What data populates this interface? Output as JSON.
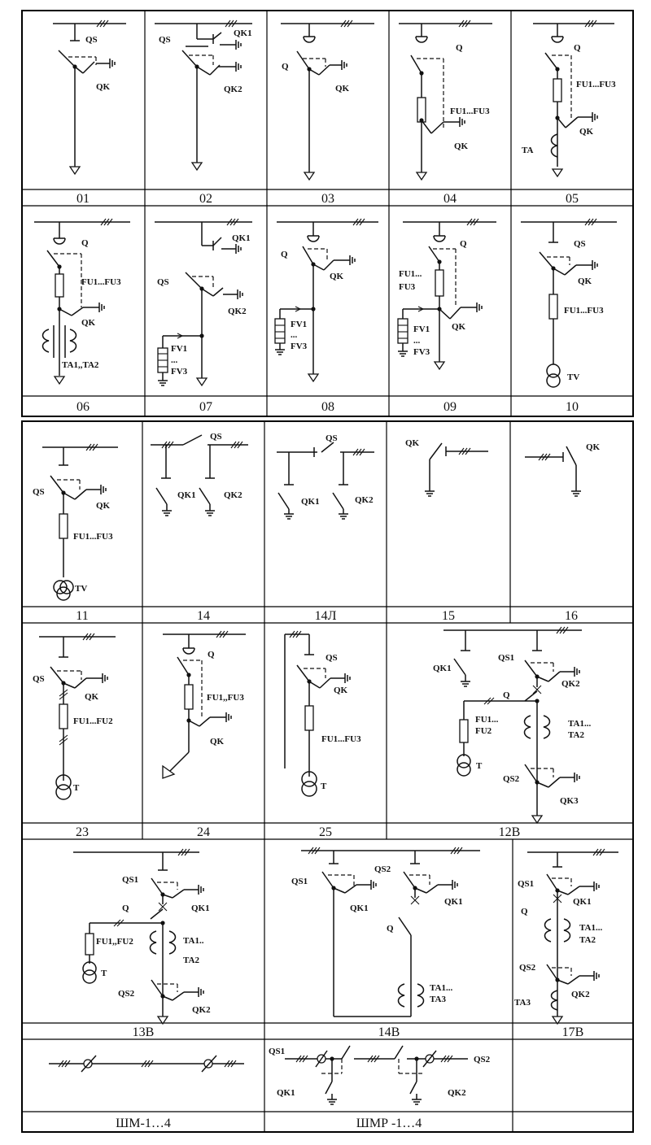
{
  "blocks": {
    "b1": {
      "rows": [
        {
          "codes": [
            "01",
            "02",
            "03",
            "04",
            "05"
          ]
        },
        {
          "codes": [
            "06",
            "07",
            "08",
            "09",
            "10"
          ]
        }
      ]
    },
    "b2": {
      "rows": [
        {
          "codes": [
            "11",
            "14",
            "14Л",
            "15",
            "16"
          ]
        },
        {
          "codes": [
            "23",
            "24",
            "25",
            "12В"
          ]
        },
        {
          "codes": [
            "13В",
            "14В",
            "17В"
          ]
        },
        {
          "codes": [
            "ШМ-1…4",
            "ШМР -1…4",
            ""
          ]
        }
      ]
    }
  },
  "labels": {
    "QS": "QS",
    "QS1": "QS1",
    "QS2": "QS2",
    "Q": "Q",
    "QK": "QK",
    "QK1": "QK1",
    "QK2": "QK2",
    "QK3": "QK3",
    "FU1FU3": "FU1...FU3",
    "FU1FU3b": "FU1,,FU3",
    "FU1FU2": "FU1...FU2",
    "FU1FU2b": "FU1,,FU2",
    "FU1dots": "FU1...",
    "FU2": "FU2",
    "FU3": "FU3",
    "FU1": "FU1",
    "TA": "TA",
    "TA1TA2": "TA1,,TA2",
    "TA1dots": "TA1...",
    "TA1dd": "TA1..",
    "TA2": "TA2",
    "TA3": "TA3",
    "TV": "TV",
    "T": "T",
    "FV1": "FV1",
    "FV3": "FV3",
    "dots": "..."
  }
}
